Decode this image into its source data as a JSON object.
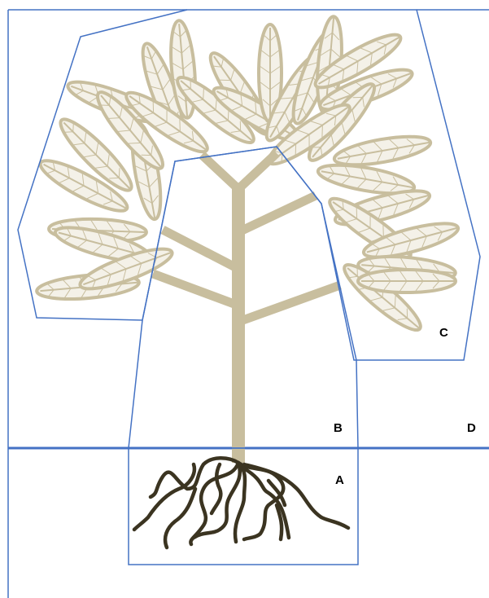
{
  "labels": {
    "a": "A",
    "b": "B",
    "c": "C",
    "d": "D"
  },
  "colors": {
    "boundary": "#4472C4",
    "leaf_stroke": "#C8BE9E",
    "leaf_fill": "#F4F1E8",
    "trunk": "#C8BE9E",
    "roots": "#3B3421"
  },
  "icons": {
    "tree": "tree-icon",
    "roots": "roots-icon"
  }
}
